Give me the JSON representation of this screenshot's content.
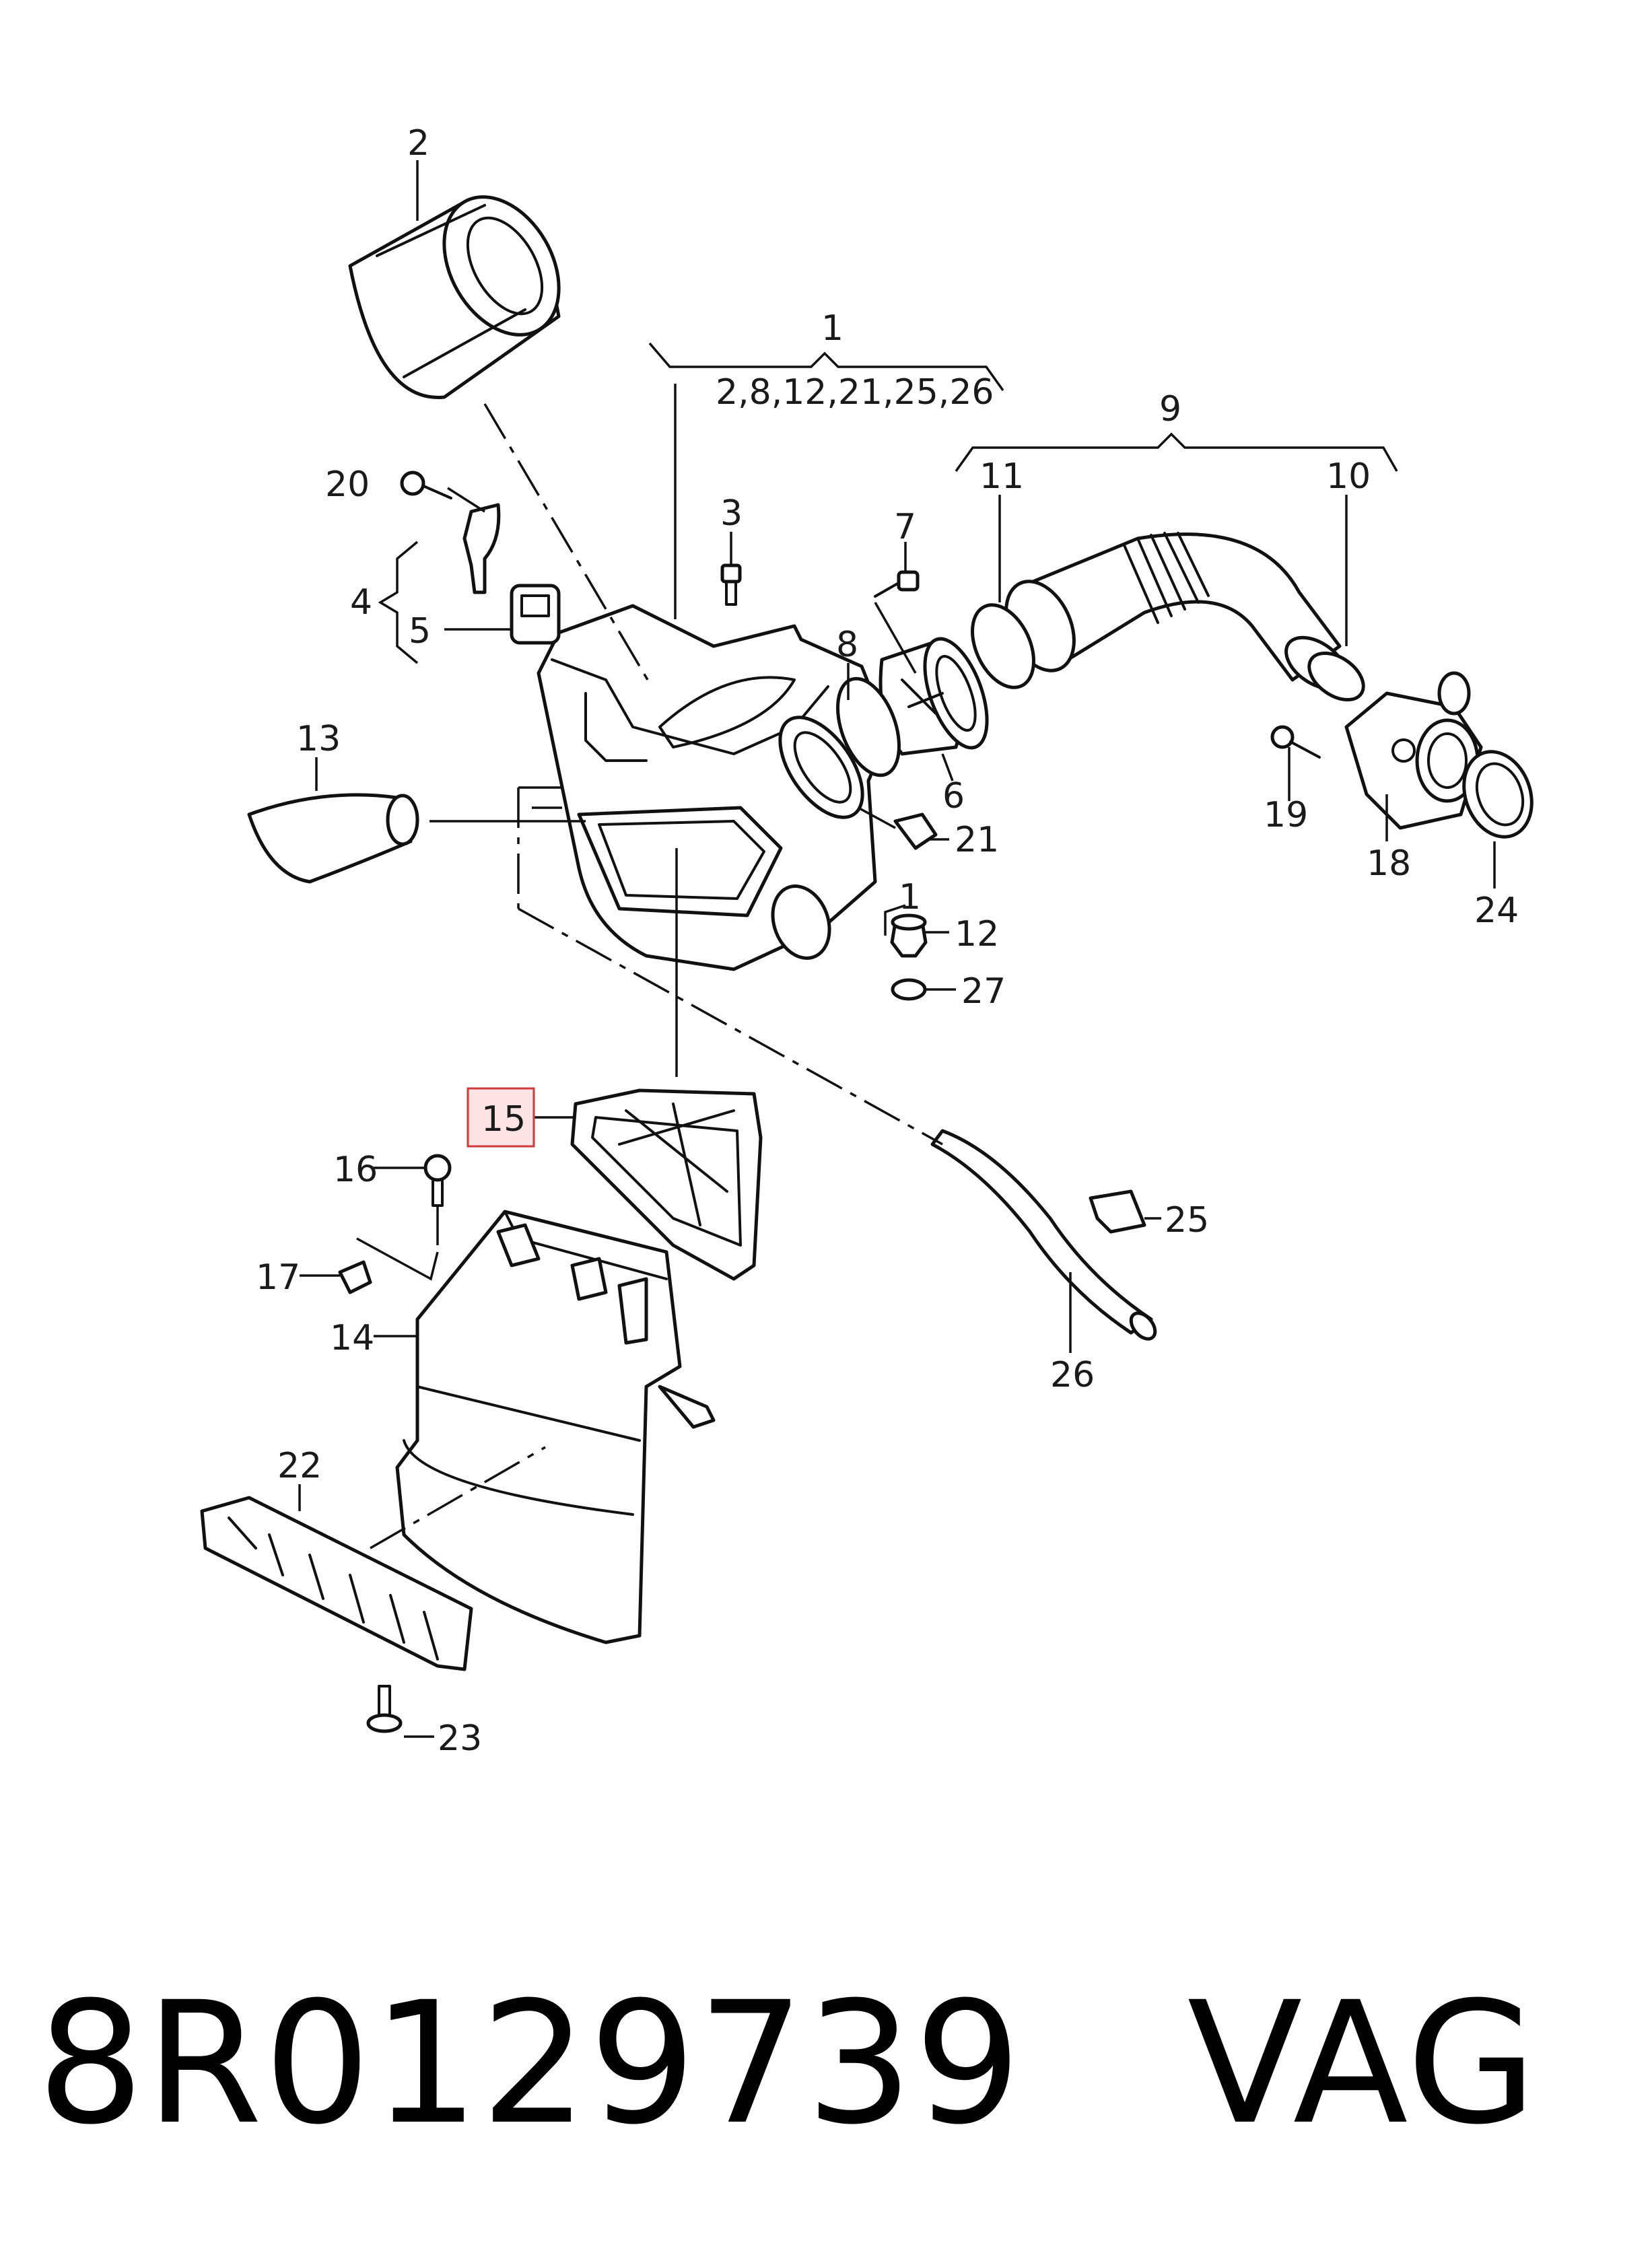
{
  "callouts": {
    "c1": "1",
    "c1_sub": "2,8,12,21,25,26",
    "c2": "2",
    "c3": "3",
    "c4": "4",
    "c5": "5",
    "c6": "6",
    "c7": "7",
    "c8": "8",
    "c9": "9",
    "c10": "10",
    "c11": "11",
    "c12": "12",
    "c12_bracket": "1",
    "c13": "13",
    "c14": "14",
    "c15": "15",
    "c16": "16",
    "c17": "17",
    "c18": "18",
    "c19": "19",
    "c20": "20",
    "c21": "21",
    "c22": "22",
    "c23": "23",
    "c24": "24",
    "c25": "25",
    "c26": "26",
    "c27": "27"
  },
  "highlighted_callout": "15",
  "highlight_color": "#d23a3a",
  "caption": {
    "part_number": "8R0129739",
    "brand": "VAG"
  }
}
